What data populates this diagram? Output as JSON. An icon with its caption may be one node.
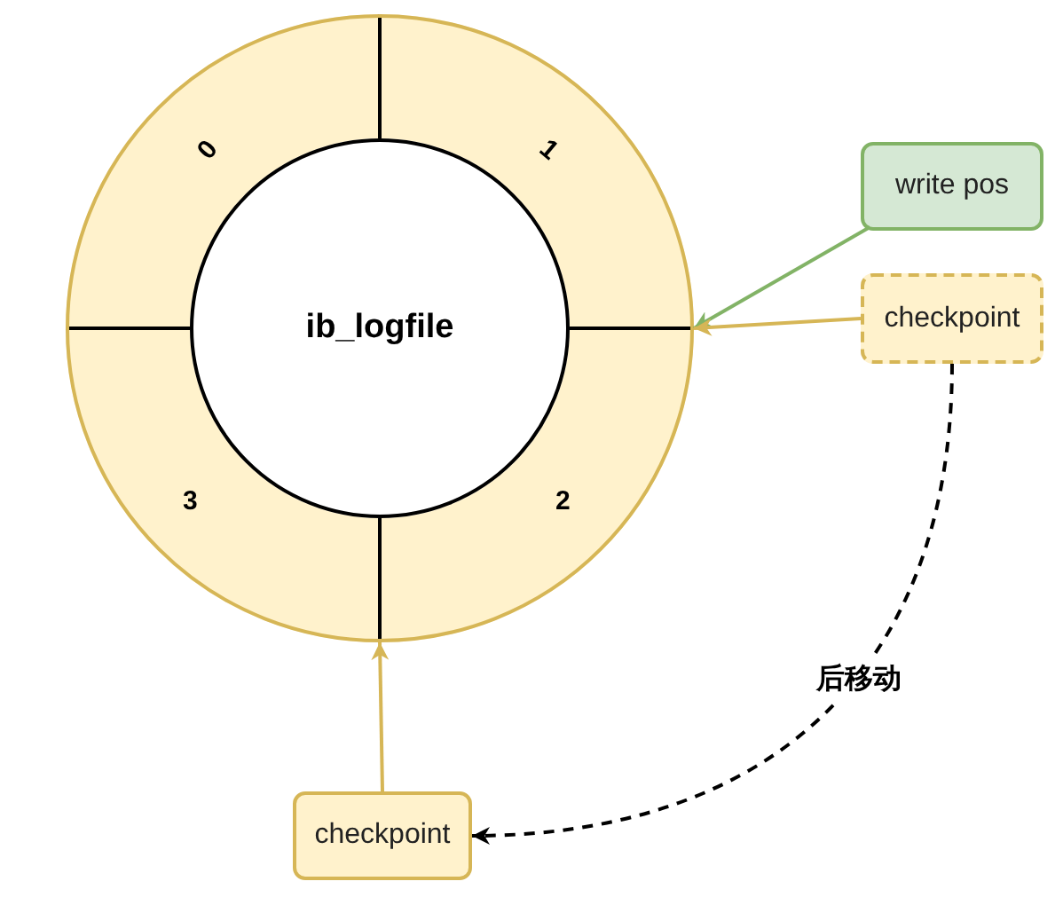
{
  "diagram": {
    "nodes": [
      {
        "text": [],
        "shape": "circle"
      },
      {
        "text": [
          "0"
        ],
        "in": 0
      },
      {
        "text": [
          "1"
        ],
        "in": 0
      },
      {
        "text": [
          "2"
        ],
        "in": 0
      },
      {
        "text": [
          "3"
        ],
        "in": 0
      },
      {
        "text": [
          "ib_logfile"
        ],
        "in": 0
      },
      {
        "text": [
          "write pos"
        ]
      },
      {
        "text": [
          "checkpoint"
        ]
      },
      {
        "text": [
          "checkpoint"
        ]
      }
    ],
    "edges": [
      {
        "from": 6,
        "to": 0,
        "arrow": "to",
        "color": "#82b366"
      },
      {
        "from": 7,
        "to": 0,
        "arrow": "to",
        "color": "#d6b656"
      },
      {
        "from": 7,
        "to": 8,
        "arrow": "to",
        "label": "后移动",
        "style": "dashed",
        "color": "#000000"
      },
      {
        "from": 8,
        "to": 0,
        "arrow": "to",
        "color": "#d6b656"
      }
    ]
  }
}
